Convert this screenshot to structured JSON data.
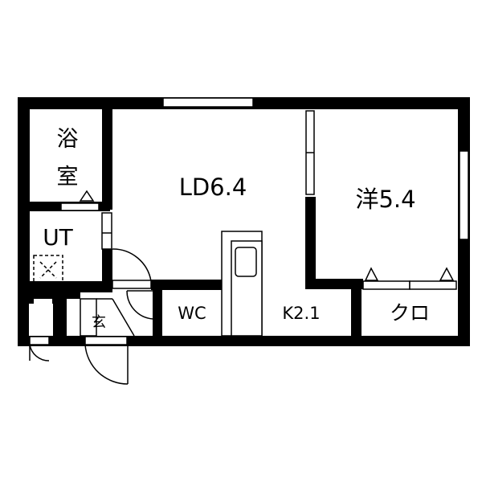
{
  "floorplan": {
    "rooms": {
      "bath": {
        "label_line1": "浴",
        "label_line2": "室"
      },
      "utility": {
        "label": "UT"
      },
      "living_dining": {
        "label": "LD6.4"
      },
      "western_room": {
        "label": "洋5.4"
      },
      "toilet": {
        "label": "WC"
      },
      "kitchen": {
        "label": "K2.1"
      },
      "closet": {
        "label": "クロ"
      },
      "entrance": {
        "label": "玄"
      }
    },
    "colors": {
      "wall": "#000000",
      "background": "#ffffff"
    }
  }
}
